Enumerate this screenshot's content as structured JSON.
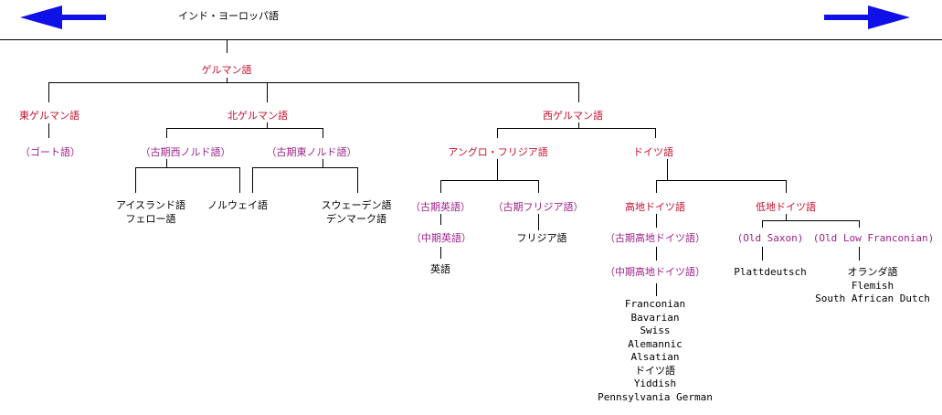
{
  "colors": {
    "group": "#c8102e",
    "historical": "#a0208a",
    "language": "#000000",
    "arrow": "#1010e8"
  },
  "nav": {
    "left_icon": "arrow-left",
    "right_icon": "arrow-right"
  },
  "root": "インド・ヨーロッパ語",
  "germanic": "ゲルマン語",
  "east": {
    "label": "東ゲルマン語",
    "child": "（ゴート語）"
  },
  "north": {
    "label": "北ゲルマン語",
    "west_old": "（古期西ノルド語）",
    "east_old": "（古期東ノルド語）",
    "icelandic": [
      "アイスランド語",
      "フェロー語"
    ],
    "norwegian": "ノルウェイ語",
    "swedish": [
      "スウェーデン語",
      "デンマーク語"
    ]
  },
  "west": {
    "label": "西ゲルマン語",
    "anglo_frisian": {
      "label": "アングロ・フリジア語",
      "old_english": "（古期英語）",
      "middle_english": "（中期英語）",
      "english": "英語",
      "old_frisian": "（古期フリジア語）",
      "frisian": "フリジア語"
    },
    "german": {
      "label": "ドイツ語",
      "high": {
        "label": "高地ドイツ語",
        "old": "（古期高地ドイツ語）",
        "middle": "（中期高地ドイツ語）",
        "dialects": [
          "Franconian",
          "Bavarian",
          "Swiss",
          "Alemannic",
          "Alsatian",
          "ドイツ語",
          "Yiddish",
          "Pennsylvania German"
        ]
      },
      "low": {
        "label": "低地ドイツ語",
        "old_saxon": "(Old Saxon)",
        "plattdeutsch": "Plattdeutsch",
        "old_low_franconian": "(Old Low Franconian)",
        "dutch_group": [
          "オランダ語",
          "Flemish",
          "South African Dutch"
        ]
      }
    }
  }
}
